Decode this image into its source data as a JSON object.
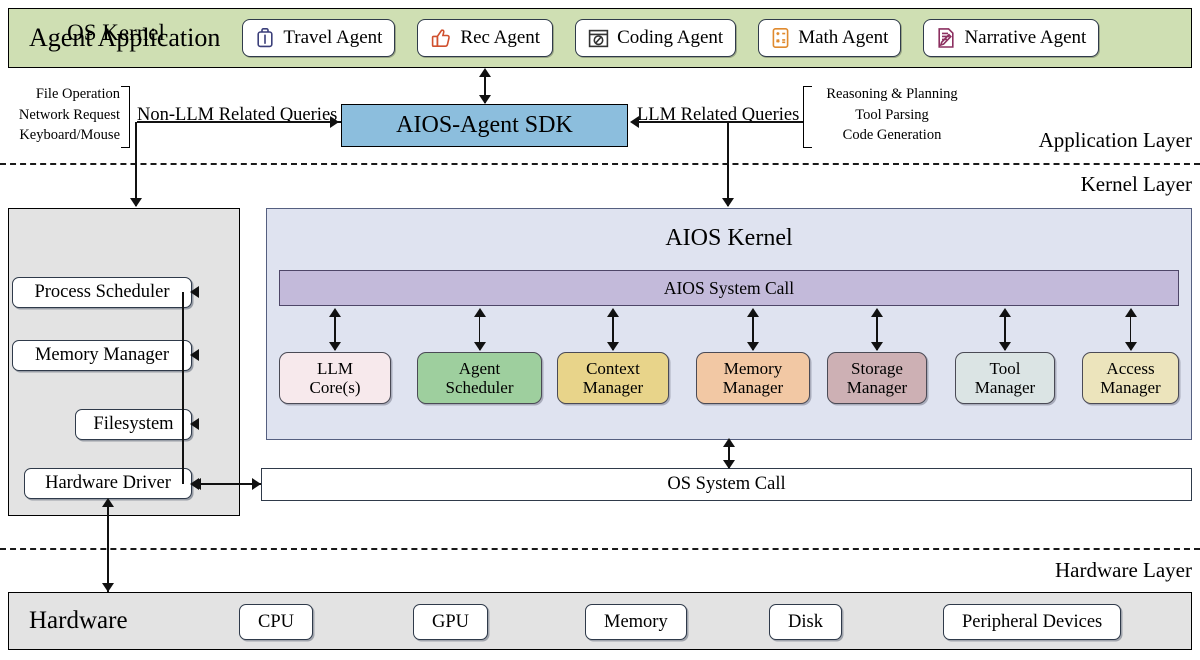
{
  "application": {
    "title": "Agent Application",
    "agents": [
      {
        "label": "Travel Agent",
        "icon": "suitcase-icon",
        "color": "#3b3f7a"
      },
      {
        "label": "Rec Agent",
        "icon": "thumbs-up-icon",
        "color": "#d0502e"
      },
      {
        "label": "Coding Agent",
        "icon": "code-window-icon",
        "color": "#333333"
      },
      {
        "label": "Math Agent",
        "icon": "calculator-icon",
        "color": "#e08a2e"
      },
      {
        "label": "Narrative Agent",
        "icon": "document-pen-icon",
        "color": "#8c3060"
      }
    ]
  },
  "sdk": {
    "label": "AIOS-Agent SDK",
    "color": "#8cbedd"
  },
  "queries": {
    "non_llm": {
      "label": "Non-LLM Related Queries",
      "items": [
        "File Operation",
        "Network Request",
        "Keyboard/Mouse"
      ]
    },
    "llm": {
      "label": "LLM Related Queries",
      "items": [
        "Reasoning & Planning",
        "Tool Parsing",
        "Code Generation"
      ]
    }
  },
  "layers": {
    "application": "Application Layer",
    "kernel": "Kernel Layer",
    "hardware": "Hardware Layer"
  },
  "os_kernel": {
    "title": "OS Kernel",
    "modules": [
      "Process Scheduler",
      "Memory Manager",
      "Filesystem",
      "Hardware Driver"
    ]
  },
  "aios_kernel": {
    "title": "AIOS Kernel",
    "system_call": {
      "label": "AIOS System Call",
      "color": "#c3bada"
    },
    "modules": [
      {
        "line1": "LLM",
        "line2": "Core(s)",
        "color": "#f7e9ec"
      },
      {
        "line1": "Agent",
        "line2": "Scheduler",
        "color": "#9ecf9e"
      },
      {
        "line1": "Context",
        "line2": "Manager",
        "color": "#e8d48a"
      },
      {
        "line1": "Memory",
        "line2": "Manager",
        "color": "#f2c8a4"
      },
      {
        "line1": "Storage",
        "line2": "Manager",
        "color": "#cdb0b4"
      },
      {
        "line1": "Tool",
        "line2": "Manager",
        "color": "#dbe4e4"
      },
      {
        "line1": "Access",
        "line2": "Manager",
        "color": "#ece4bc"
      }
    ]
  },
  "os_system_call": {
    "label": "OS System Call"
  },
  "hardware": {
    "title": "Hardware",
    "components": [
      "CPU",
      "GPU",
      "Memory",
      "Disk",
      "Peripheral Devices"
    ]
  }
}
